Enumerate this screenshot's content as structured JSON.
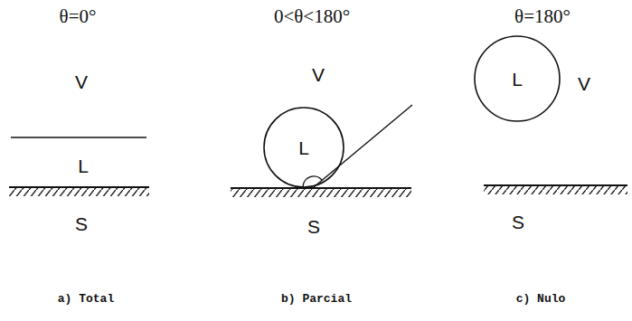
{
  "diagram": {
    "nodes": [
      {
        "text": [
          "L"
        ]
      },
      {
        "text": [
          "L"
        ]
      }
    ],
    "labels": [
      "θ=0°",
      "0<θ<180°",
      "θ=180°",
      "V",
      "L",
      "S",
      "V",
      "S",
      "V",
      "S",
      "a) Total",
      "b) Parcial",
      "c) Nulo"
    ]
  }
}
